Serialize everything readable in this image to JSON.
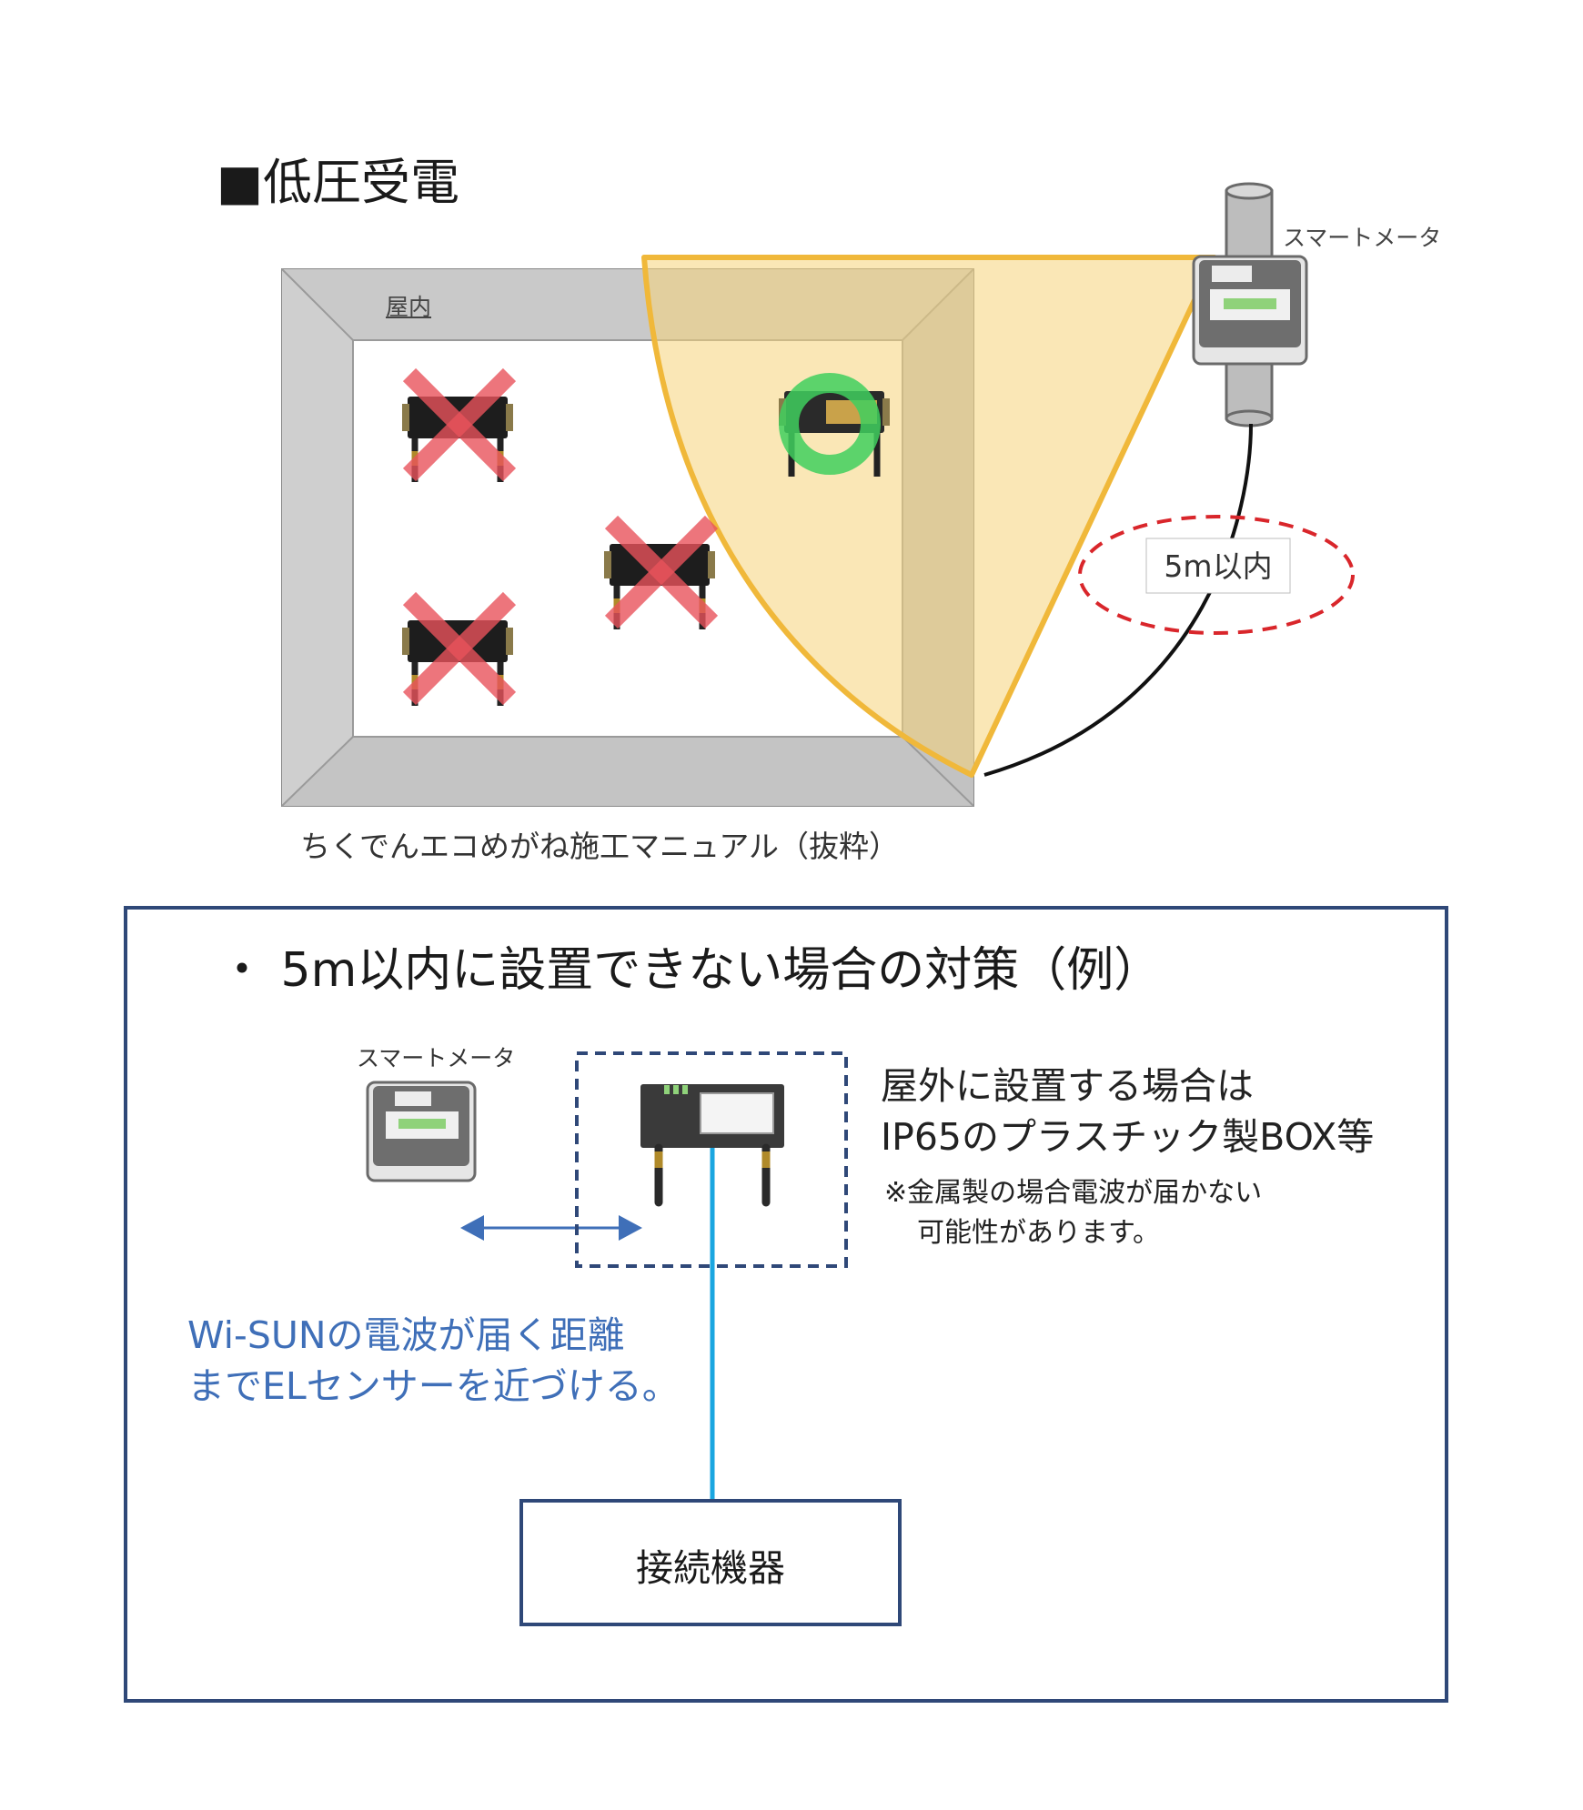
{
  "top_section": {
    "title": "■低圧受電",
    "indoor_label": "屋内",
    "meter_label": "スマートメータ",
    "distance_label": "5m以内",
    "caption": "ちくでんエコめがね施工マニュアル（抜粋）"
  },
  "countermeasure": {
    "title": "・ 5m以内に設置できない場合の対策（例）",
    "meter_label": "スマートメータ",
    "outdoor_note_line1": "屋外に設置する場合は",
    "outdoor_note_line2": "IP65のプラスチック製BOX等",
    "metal_note_line1": "※金属製の場合電波が届かない",
    "metal_note_line2": "可能性があります。",
    "wisun_note_line1": "Wi-SUNの電波が届く距離",
    "wisun_note_line2": "までELセンサーを近づける。",
    "connected_device_label": "接続機器"
  },
  "colors": {
    "wall_gray": "#c8c8c8",
    "wall_stroke": "#8a8a8a",
    "coverage_yellow": "#f3c443",
    "coverage_fill": "#f5d37a",
    "ng_red": "#e8535b",
    "ok_green": "#3fcf5e",
    "distance_dash_red": "#d9262b",
    "box_border_navy": "#2f4878",
    "wisun_blue": "#3f6fb8",
    "cable_cyan": "#1aa6e0"
  },
  "icons": [
    "ng-cross-icon",
    "ok-circle-icon",
    "double-arrow-icon",
    "sensor-device-icon",
    "smart-meter-icon"
  ]
}
